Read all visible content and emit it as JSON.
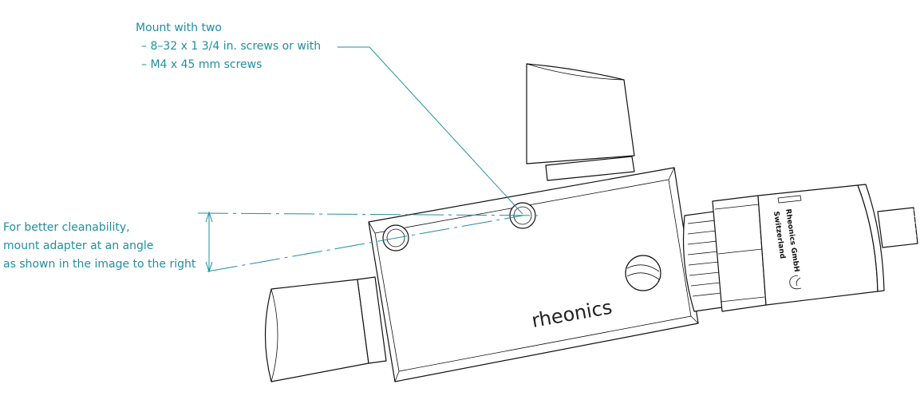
{
  "annotations": {
    "mount": {
      "line1": "Mount with two",
      "line2": "– 8–32 x 1 3/4 in. screws or with",
      "line3": "– M4 x 45 mm screws"
    },
    "angle": {
      "line1": "For better cleanability,",
      "line2": "mount adapter at an angle",
      "line3": "as shown in the image to the right"
    }
  },
  "product": {
    "brand": "rheonics",
    "label_line1": "Rheonics GmbH",
    "label_line2": "Switzerland",
    "ce_mark": "CE"
  },
  "colors": {
    "annotation": "#1f8fa0",
    "outline": "#111111"
  }
}
